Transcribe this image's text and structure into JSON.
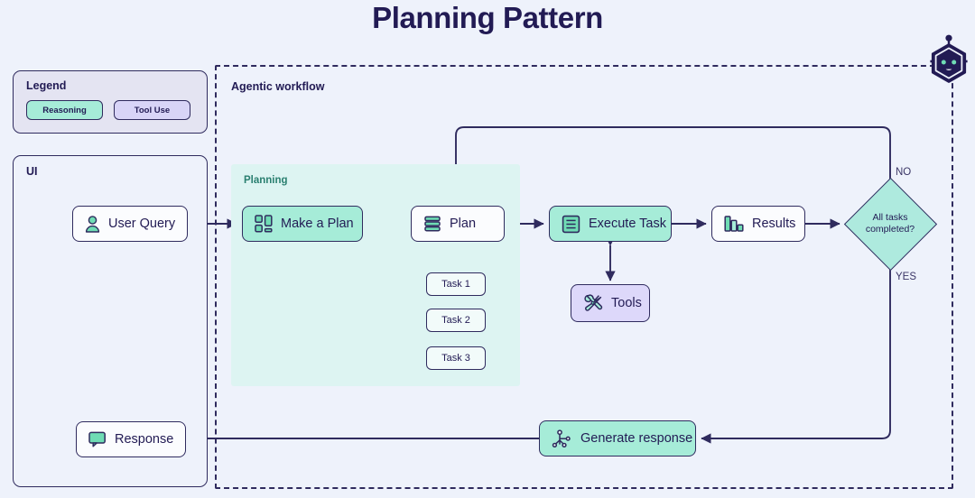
{
  "title": "Planning Pattern",
  "colors": {
    "background": "#eef2fb",
    "ink": "#221b54",
    "reasoning": "#a6ecd8",
    "tool_use": "#ddd8fa",
    "planning_region": "#ddf4f2",
    "planning_label": "#2a7f70",
    "decision": "#aeeade"
  },
  "legend": {
    "title": "Legend",
    "items": [
      {
        "label": "Reasoning",
        "kind": "reasoning"
      },
      {
        "label": "Tool Use",
        "kind": "tool_use"
      }
    ]
  },
  "ui_panel": {
    "title": "UI",
    "nodes": [
      {
        "label": "User Query",
        "icon": "user-icon"
      },
      {
        "label": "Response",
        "icon": "speech-bubble-icon"
      }
    ]
  },
  "agentic": {
    "title": "Agentic workflow",
    "planning": {
      "title": "Planning",
      "nodes": [
        {
          "label": "Make a Plan",
          "icon": "grid-layout-icon"
        },
        {
          "label": "Plan",
          "icon": "stacked-bars-icon"
        }
      ],
      "tasks": [
        "Task 1",
        "Task 2",
        "Task 3"
      ]
    },
    "nodes": [
      {
        "label": "Execute Task",
        "icon": "document-lines-icon"
      },
      {
        "label": "Results",
        "icon": "bar-chart-icon"
      },
      {
        "label": "Tools",
        "icon": "wrench-screwdriver-icon"
      },
      {
        "label": "Generate response",
        "icon": "node-graph-icon"
      }
    ],
    "decision": {
      "line1": "All tasks",
      "line2": "completed?",
      "branch_no": "NO",
      "branch_yes": "YES"
    }
  },
  "avatar": {
    "name": "robot-avatar-icon"
  }
}
